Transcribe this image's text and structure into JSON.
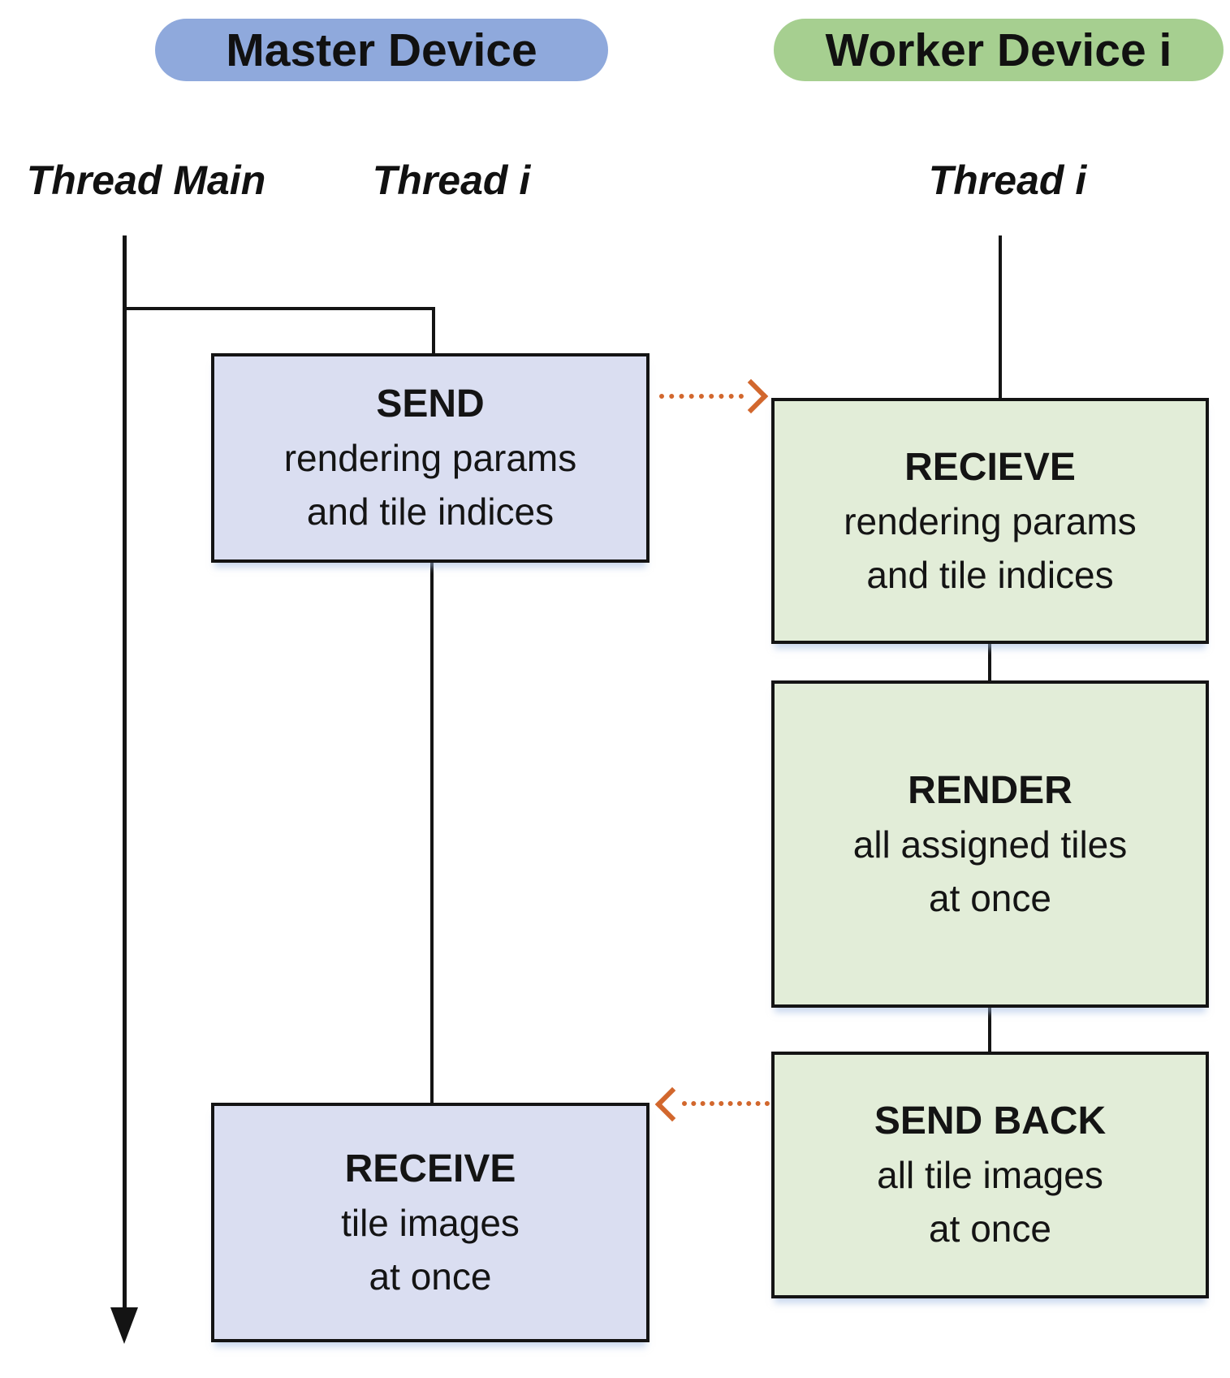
{
  "diagram": {
    "master_header": "Master Device",
    "worker_header": "Worker Device i",
    "thread_labels": {
      "master_main": "Thread Main",
      "master_i": "Thread i",
      "worker_i": "Thread i"
    },
    "boxes": {
      "send": {
        "title": "SEND",
        "lines": [
          "rendering params",
          "and tile indices"
        ]
      },
      "recieve": {
        "title": "RECIEVE",
        "lines": [
          "rendering params",
          "and tile indices"
        ]
      },
      "render": {
        "title": "RENDER",
        "lines": [
          "all assigned tiles",
          "at once"
        ]
      },
      "send_back": {
        "title": "SEND BACK",
        "lines": [
          "all tile images",
          "at once"
        ]
      },
      "receive": {
        "title": "RECEIVE",
        "lines": [
          "tile images",
          "at once"
        ]
      }
    },
    "colors": {
      "pill_blue": "#8FA9DC",
      "pill_green": "#A6CF90",
      "box_blue": "#DADEF1",
      "box_green": "#E2EDD8",
      "line_black": "#141414",
      "arrow_orange": "#D2672D"
    }
  }
}
